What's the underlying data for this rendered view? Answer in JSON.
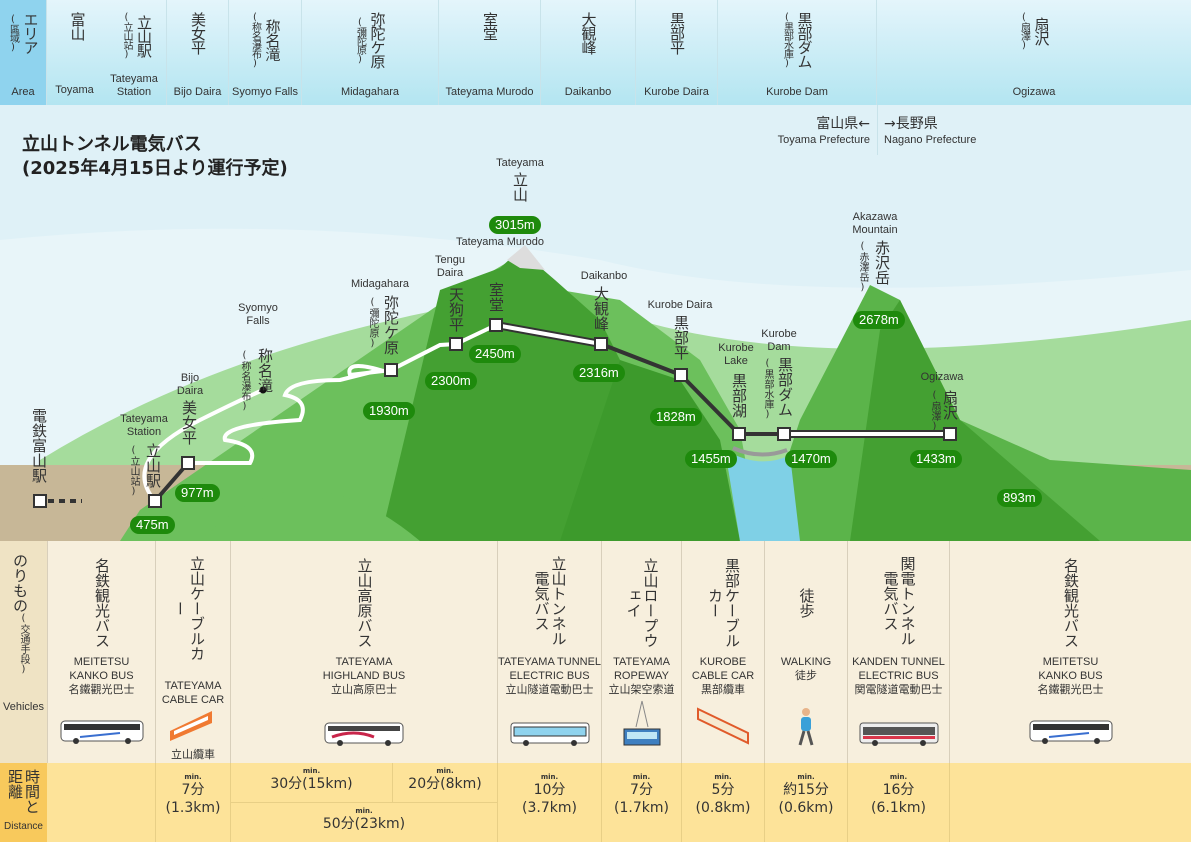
{
  "header": {
    "area": {
      "ja": "エリア",
      "sub": "(區域)",
      "en": "Area"
    },
    "columns": [
      {
        "ja": "富山",
        "en": "Toyama"
      },
      {
        "ja": "立山駅",
        "sub": "(立山站)",
        "en": "Tateyama Station"
      },
      {
        "ja": "美女平",
        "en": "Bijo Daira"
      },
      {
        "ja": "称名滝",
        "sub": "(称名瀑布)",
        "en": "Syomyo Falls"
      },
      {
        "ja": "弥陀ケ原",
        "sub": "(彌陀原)",
        "en": "Midagahara"
      },
      {
        "ja": "室堂",
        "en": "Tateyama Murodo"
      },
      {
        "ja": "大観峰",
        "en": "Daikanbo"
      },
      {
        "ja": "黒部平",
        "en": "Kurobe Daira"
      },
      {
        "ja": "黒部ダム",
        "sub": "(黒部水庫)",
        "en": "Kurobe Dam"
      },
      {
        "ja": "扇沢",
        "sub": "(扇澤)",
        "en": "Ogizawa"
      }
    ]
  },
  "title": {
    "line1": "立山トンネル電気バス",
    "line2": "(2025年4月15日より運行予定)"
  },
  "prefectures": {
    "toyama_ja": "富山県←",
    "toyama_en": "Toyama Prefecture",
    "nagano_ja": "→長野県",
    "nagano_en": "Nagano Prefecture"
  },
  "map": {
    "dentetsu": "電鉄富山駅",
    "tateyama_peak": {
      "en": "Tateyama",
      "ja": "立山",
      "alt": "3015m"
    },
    "stations": {
      "tateyama": {
        "en": "Tateyama Station",
        "ja": "立山駅",
        "sub": "(立山站)",
        "alt": "475m"
      },
      "bijo": {
        "en": "Bijo Daira",
        "ja": "美女平",
        "alt": "977m"
      },
      "syomyo": {
        "en": "Syomyo Falls",
        "ja": "称名滝",
        "sub": "(称名瀑布)"
      },
      "midagahara": {
        "en": "Midagahara",
        "ja": "弥陀ケ原",
        "sub": "(彌陀原)",
        "alt": "1930m"
      },
      "tengu": {
        "en": "Tengu Daira",
        "ja": "天狗平",
        "alt": "2300m"
      },
      "murodo": {
        "en": "Tateyama Murodo",
        "ja": "室堂",
        "alt": "2450m"
      },
      "daikanbo": {
        "en": "Daikanbo",
        "ja": "大観峰",
        "alt": "2316m"
      },
      "kurobedaira": {
        "en": "Kurobe Daira",
        "ja": "黒部平",
        "alt": "1828m"
      },
      "lake": {
        "en": "Kurobe Lake",
        "ja": "黒部湖",
        "alt": "1455m"
      },
      "dam": {
        "en": "Kurobe Dam",
        "ja": "黒部ダム",
        "sub": "(黒部水庫)",
        "alt": "1470m"
      },
      "ogizawa": {
        "en": "Ogizawa",
        "ja": "扇沢",
        "sub": "(扇澤)",
        "alt": "1433m"
      },
      "akazawa": {
        "en": "Akazawa Mountain",
        "ja": "赤沢岳",
        "sub": "(赤澤岳)",
        "alt": "2678m"
      },
      "omachi": {
        "alt": "893m"
      }
    }
  },
  "vehicles": {
    "label_ja": "のりもの",
    "label_sub": "(交通手段)",
    "label_en": "Vehicles",
    "items": [
      {
        "ja": "名鉄観光バス",
        "en1": "MEITETSU",
        "en2": "KANKO BUS",
        "zh": "名鐵觀光巴士"
      },
      {
        "ja": "立山ケーブルカー",
        "en1": "TATEYAMA",
        "en2": "CABLE CAR",
        "zh": "立山纜車"
      },
      {
        "ja": "立山高原バス",
        "en1": "TATEYAMA",
        "en2": "HIGHLAND BUS",
        "zh": "立山高原巴士"
      },
      {
        "ja": "立山トンネル電気バス",
        "en1": "TATEYAMA TUNNEL",
        "en2": "ELECTRIC BUS",
        "zh": "立山隧道電動巴士"
      },
      {
        "ja": "立山ロープウェイ",
        "en1": "TATEYAMA",
        "en2": "ROPEWAY",
        "zh": "立山架空索道"
      },
      {
        "ja": "黒部ケーブルカー",
        "en1": "KUROBE",
        "en2": "CABLE CAR",
        "zh": "黒部纜車"
      },
      {
        "ja": "徒歩",
        "en1": "WALKING",
        "en2": "",
        "zh": "徒步"
      },
      {
        "ja": "関電トンネル電気バス",
        "en1": "KANDEN TUNNEL",
        "en2": "ELECTRIC BUS",
        "zh": "関電隧道電動巴士"
      },
      {
        "ja": "名鉄観光バス",
        "en1": "MEITETSU",
        "en2": "KANKO BUS",
        "zh": "名鐵觀光巴士"
      }
    ]
  },
  "distance": {
    "label_ja": "時間と距離",
    "label_en": "Distance",
    "min": "min.",
    "cable": {
      "t": "7分",
      "d": "(1.3km)"
    },
    "highland_a": "30分(15km)",
    "highland_b": "20分(8km)",
    "highland_total": "50分(23km)",
    "tunnel": {
      "t": "10分",
      "d": "(3.7km)"
    },
    "ropeway": {
      "t": "7分",
      "d": "(1.7km)"
    },
    "kurobe_cable": {
      "t": "5分",
      "d": "(0.8km)"
    },
    "walking": {
      "t": "約15分",
      "d": "(0.6km)"
    },
    "kanden": {
      "t": "16分",
      "d": "(6.1km)"
    }
  },
  "colors": {
    "route": "#333333",
    "badge": "#1e8a0c",
    "sky": "#dff1f7",
    "ground": "#c7b797"
  }
}
